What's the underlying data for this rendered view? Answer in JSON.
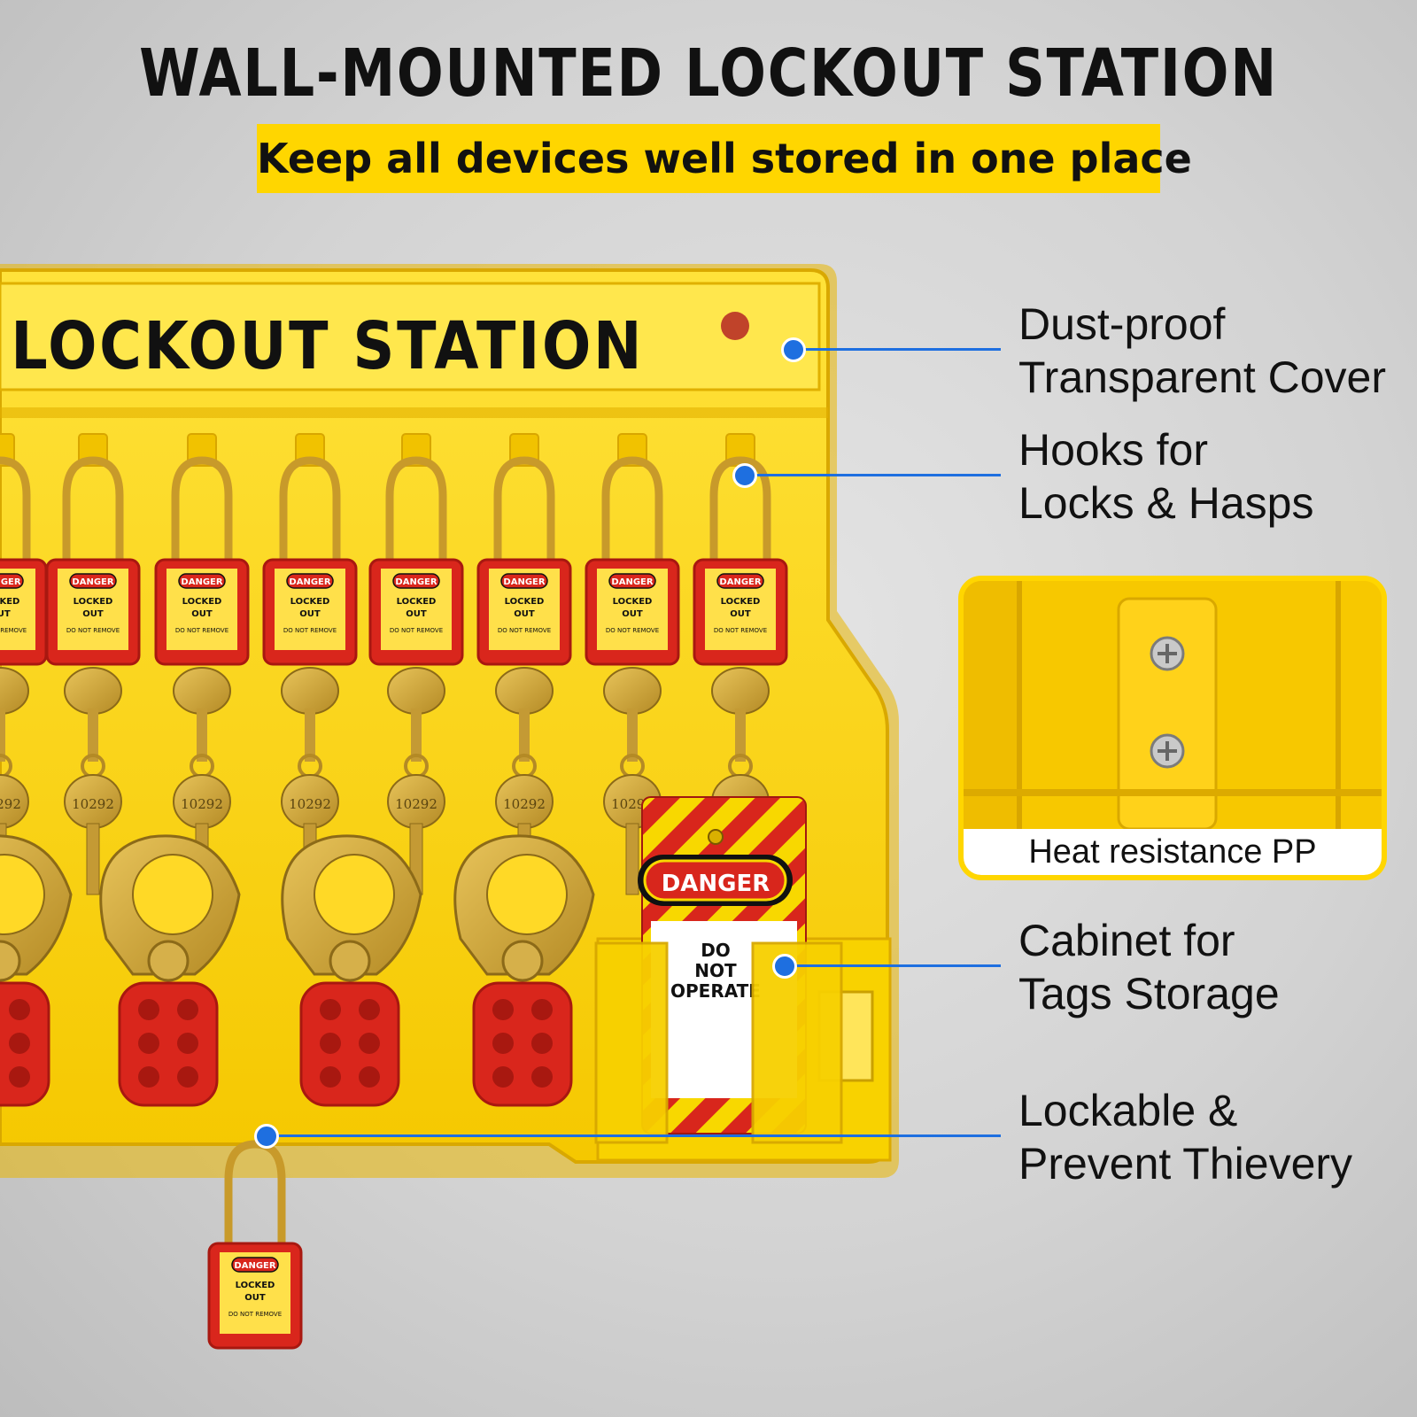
{
  "header": {
    "title": "WALL-MOUNTED LOCKOUT STATION",
    "subtitle": "Keep all devices well stored in one place"
  },
  "station": {
    "board_title": "LOCKOUT STATION",
    "padlock_tag": {
      "danger": "DANGER",
      "line1": "LOCKED",
      "line2": "OUT",
      "line3": "DO NOT REMOVE"
    },
    "key_number": "10292",
    "tag": {
      "danger": "DANGER",
      "line1": "DO",
      "line2": "NOT",
      "line3": "OPERATE"
    }
  },
  "callouts": [
    {
      "line1": "Dust-proof",
      "line2": "Transparent Cover"
    },
    {
      "line1": "Hooks for",
      "line2": "Locks & Hasps"
    },
    {
      "line1": "Cabinet for",
      "line2": "Tags Storage"
    },
    {
      "line1": "Lockable &",
      "line2": "Prevent Thievery"
    }
  ],
  "inset": {
    "caption": "Heat resistance PP"
  },
  "colors": {
    "accent_yellow": "#ffd600",
    "callout_blue": "#1e6fe0",
    "lock_red": "#d9261c",
    "brass": "#c9a13a"
  }
}
